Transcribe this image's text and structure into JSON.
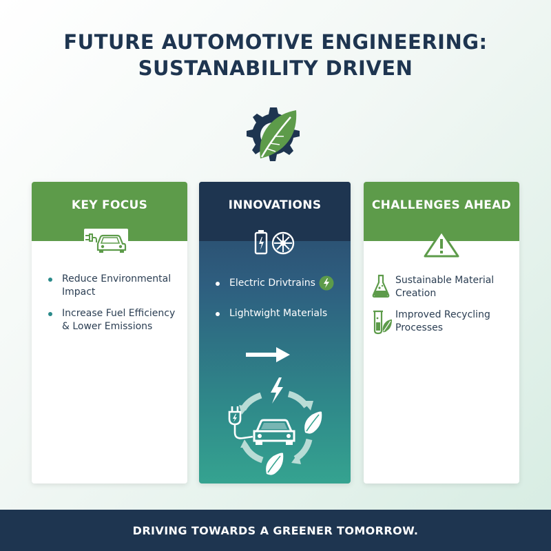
{
  "title": {
    "line1": "FUTURE AUTOMOTIVE ENGINEERING:",
    "line2": "SUSTANABILITY DRIVEN"
  },
  "logo": {
    "icon": "gear-leaf-icon"
  },
  "colors": {
    "navy": "#1e3550",
    "green": "#5d9b4a",
    "teal": "#2f8a8a"
  },
  "cards": {
    "key_focus": {
      "title": "KEY FOCUS",
      "icon": "electric-car-plug-icon",
      "bullets": [
        "Reduce Environmental Impact",
        "Increase Fuel Efficiency & Lower Emissions"
      ]
    },
    "innovations": {
      "title": "INNOVATIONS",
      "icon": "battery-wheel-icon",
      "items": [
        "Electric Drivtrains",
        "Lightwight Materials"
      ],
      "arrow_icon": "arrow-right-icon",
      "cycle_icon": "ev-charging-cycle-icon"
    },
    "challenges": {
      "title": "CHALLENGES AHEAD",
      "icon": "warning-triangle-icon",
      "items": [
        "Sustainable Material Creation",
        "Improved Recycling Processes"
      ]
    }
  },
  "footer": {
    "text": "DRIVING TOWARDS A GREENER TOMORROW."
  }
}
